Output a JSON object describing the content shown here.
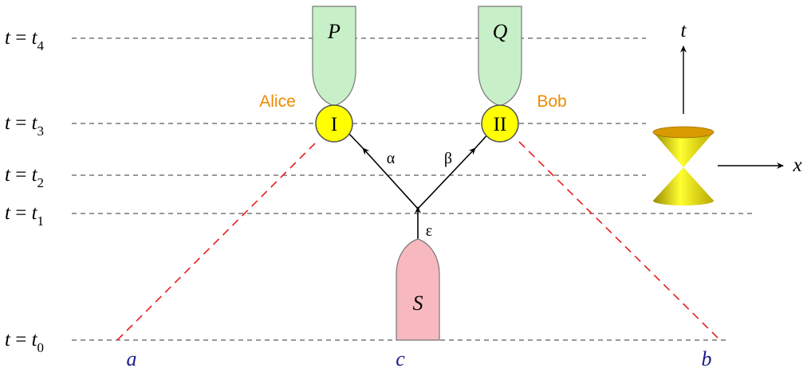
{
  "time_levels": [
    {
      "var": "t",
      "eq": " = ",
      "t": "t",
      "sub": "4"
    },
    {
      "var": "t",
      "eq": " = ",
      "t": "t",
      "sub": "3"
    },
    {
      "var": "t",
      "eq": " = ",
      "t": "t",
      "sub": "2"
    },
    {
      "var": "t",
      "eq": " = ",
      "t": "t",
      "sub": "1"
    },
    {
      "var": "t",
      "eq": " = ",
      "t": "t",
      "sub": "0"
    }
  ],
  "names": {
    "alice": "Alice",
    "bob": "Bob"
  },
  "detectors": {
    "left": "I",
    "right": "II"
  },
  "outcomes": {
    "left": "P",
    "right": "Q"
  },
  "source": "S",
  "particles": {
    "alpha": "α",
    "beta": "β",
    "epsilon": "ε"
  },
  "points": {
    "a": "a",
    "b": "b",
    "c": "c"
  },
  "axes": {
    "t": "t",
    "x": "x"
  },
  "colors": {
    "outcome_fill": "#c8f0c8",
    "source_fill": "#f7b9bf",
    "detector_fill": "#ffff00",
    "name_color": "#f08a00",
    "point_color": "#1a1a8c",
    "lightcone_color": "#e81c1c"
  }
}
